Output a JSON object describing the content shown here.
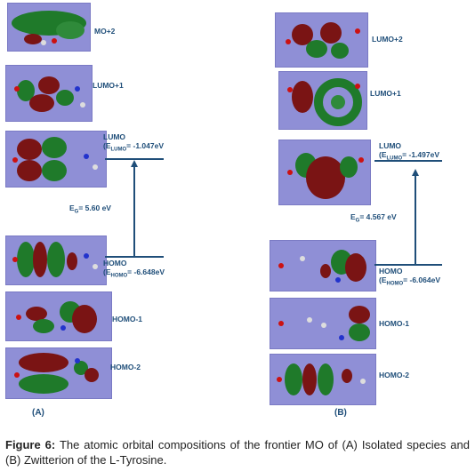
{
  "panel_a": {
    "label": "(A)",
    "orbitals": [
      {
        "name": "MO+2",
        "text": "MO+2"
      },
      {
        "name": "LUMO+1",
        "text": "LUMO+1"
      },
      {
        "name": "LUMO",
        "text": "LUMO",
        "energy_prefix": "(E",
        "energy_sub": "LUMO",
        "energy_value": "= -1.047eV"
      },
      {
        "name": "HOMO",
        "text": "HOMO",
        "energy_prefix": "(E",
        "energy_sub": "HOMO",
        "energy_value": "= -6.648eV"
      },
      {
        "name": "HOMO-1",
        "text": "HOMO-1"
      },
      {
        "name": "HOMO-2",
        "text": "HOMO-2"
      }
    ],
    "gap": {
      "prefix": "E",
      "sub": "G",
      "value": "= 5.60 eV"
    }
  },
  "panel_b": {
    "label": "(B)",
    "orbitals": [
      {
        "name": "LUMO+2",
        "text": "LUMO+2"
      },
      {
        "name": "LUMO+1",
        "text": "LUMO+1"
      },
      {
        "name": "LUMO",
        "text": "LUMO",
        "energy_prefix": "(E",
        "energy_sub": "LUMO",
        "energy_value": "= -1.497eV"
      },
      {
        "name": "HOMO",
        "text": "HOMO",
        "energy_prefix": "(E",
        "energy_sub": "HOMO",
        "energy_value": "= -6.064eV"
      },
      {
        "name": "HOMO-1",
        "text": "HOMO-1"
      },
      {
        "name": "HOMO-2",
        "text": "HOMO-2"
      }
    ],
    "gap": {
      "prefix": "E",
      "sub": "G",
      "value": "= 4.567 eV"
    }
  },
  "caption": {
    "bold": "Figure 6:",
    "text": " The atomic orbital compositions of the frontier MO of (A) Isolated species and (B) Zwitterion of the L-Tyrosine."
  },
  "colors": {
    "panel_bg": "#8f8fd6",
    "lobe_red": "#7a1414",
    "lobe_green": "#1f7a2a",
    "label": "#1f4e79"
  }
}
